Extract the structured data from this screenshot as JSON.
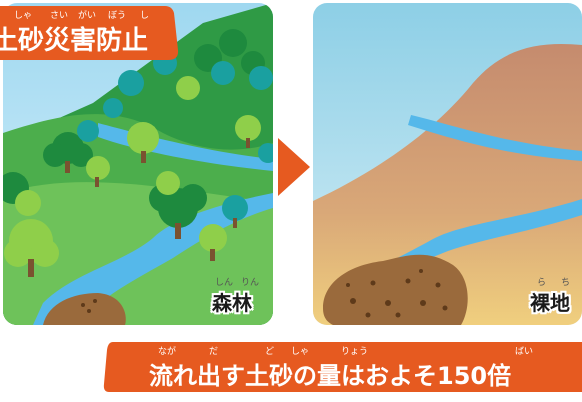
{
  "title_banner": {
    "text": "土砂災害防止",
    "ruby": [
      "しゃ",
      "さい",
      "がい",
      "ぼう",
      "し"
    ],
    "color": "#e65a20"
  },
  "forest_panel": {
    "label": "森林",
    "ruby": [
      "しん",
      "りん"
    ]
  },
  "arrow_icon": "chevron-right-icon",
  "bare_panel": {
    "label": "裸地",
    "ruby": [
      "ら",
      "ち"
    ]
  },
  "result_banner": {
    "text": "流れ出す土砂の量はおよそ150倍",
    "ruby": [
      "なが",
      "だ",
      "ど",
      "しゃ",
      "りょう",
      "ばい"
    ],
    "color": "#e65a20"
  }
}
